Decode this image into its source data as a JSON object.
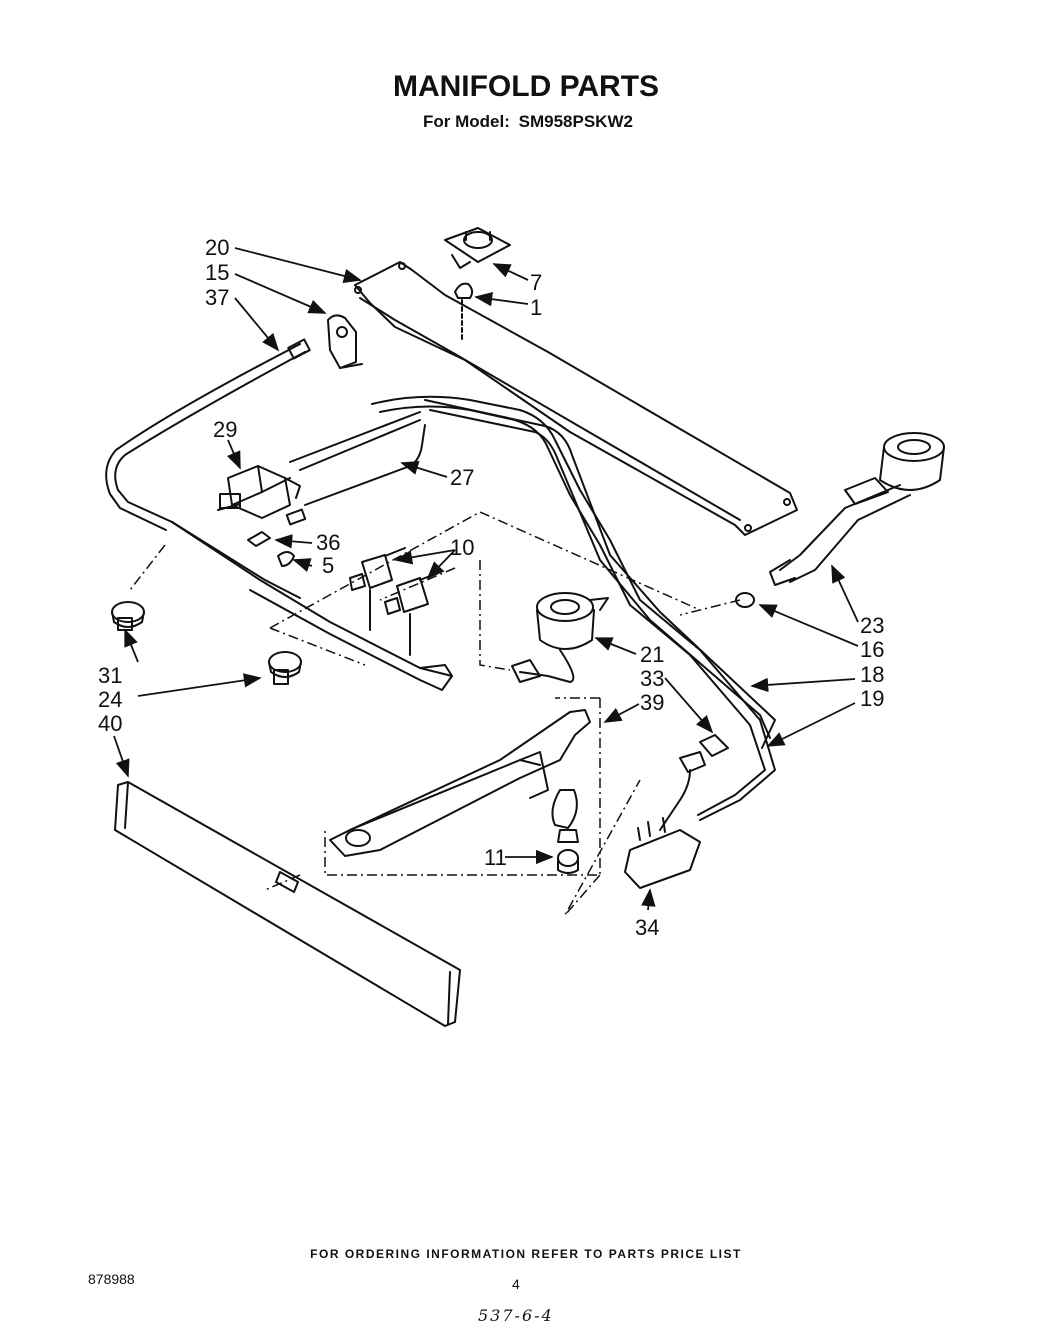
{
  "title": "MANIFOLD PARTS",
  "subtitle_prefix": "For Model:",
  "model": "SM958PSKW2",
  "callouts": {
    "c20": "20",
    "c15": "15",
    "c37": "37",
    "c7": "7",
    "c1": "1",
    "c29": "29",
    "c27": "27",
    "c36": "36",
    "c5": "5",
    "c10": "10",
    "c23": "23",
    "c16": "16",
    "c21": "21",
    "c18": "18",
    "c33": "33",
    "c39": "39",
    "c19": "19",
    "c31": "31",
    "c24": "24",
    "c40": "40",
    "c11": "11",
    "c34": "34"
  },
  "footer": "FOR ORDERING INFORMATION REFER TO PARTS PRICE LIST",
  "doc_number": "878988",
  "page_number": "4",
  "handwritten_note": "537-6-4"
}
